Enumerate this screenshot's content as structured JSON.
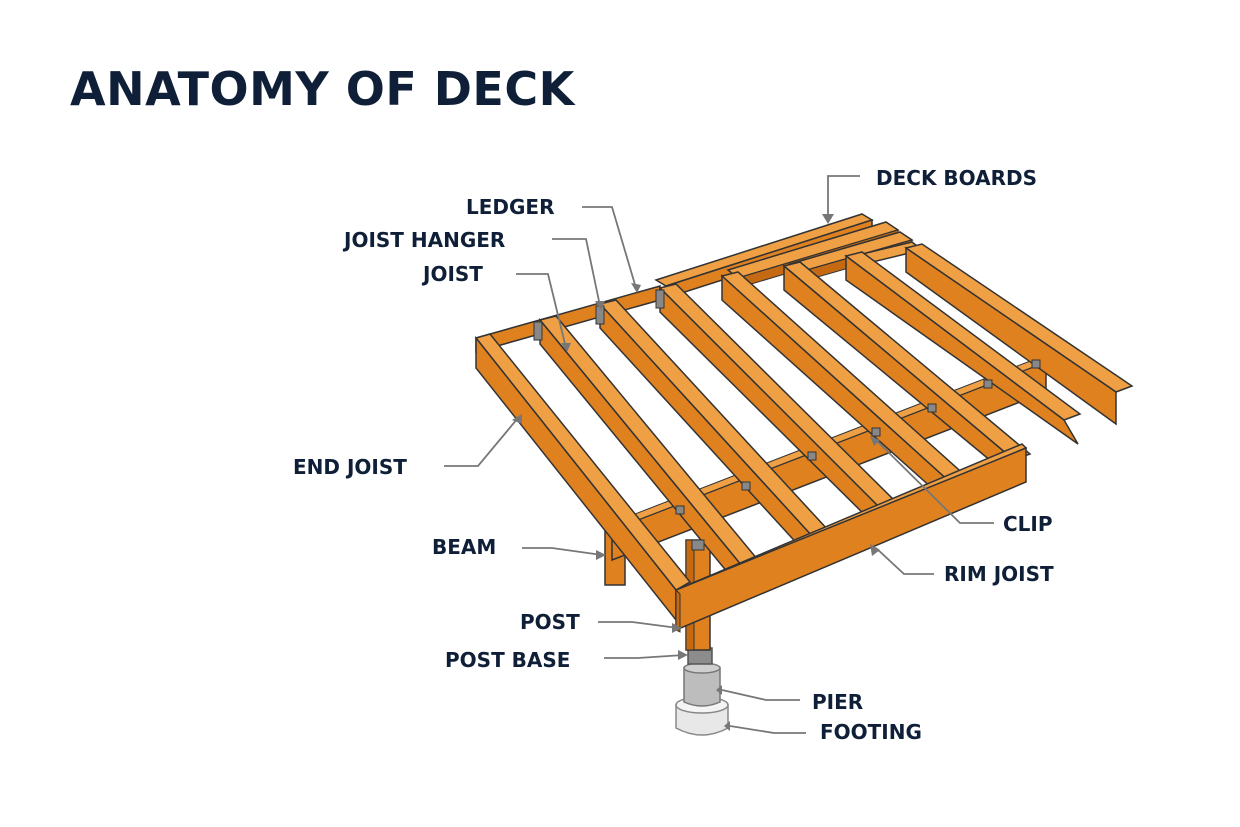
{
  "title": "ANATOMY OF DECK",
  "labels": {
    "deck_boards": "DECK BOARDS",
    "ledger": "LEDGER",
    "joist_hanger": "JOIST HANGER",
    "joist": "JOIST",
    "end_joist": "END JOIST",
    "beam": "BEAM",
    "post": "POST",
    "post_base": "POST BASE",
    "clip": "CLIP",
    "rim_joist": "RIM JOIST",
    "pier": "PIER",
    "footing": "FOOTING"
  },
  "colors": {
    "title": "#0f1f38",
    "lumber": "#e0811f",
    "lumber_dark": "#c56a12",
    "lumber_light": "#f0a044",
    "leader": "#777777",
    "concrete": "#dcdcdc",
    "steel": "#9a9a9a"
  }
}
